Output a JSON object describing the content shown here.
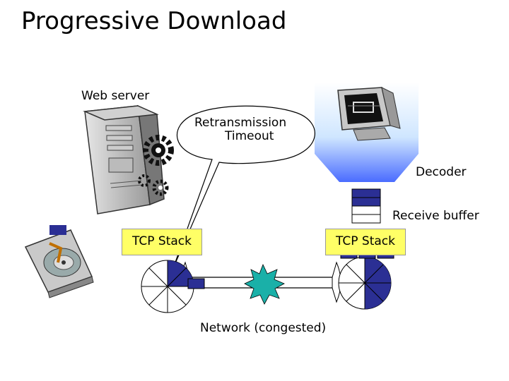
{
  "title": "Progressive Download",
  "labels": {
    "web_server": "Web server",
    "retransmission_line1": "Retransmission",
    "retransmission_line2": "Timeout",
    "decoder": "Decoder",
    "receive_buffer": "Receive buffer",
    "tcp_stack_left": "TCP Stack",
    "tcp_stack_right": "TCP Stack",
    "network": "Network (congested)"
  },
  "colors": {
    "packet": "#2b2f94",
    "stack_fill": "#ffff66",
    "congestion": "#1ab0a8",
    "screen_glow": "#7fb8ff"
  },
  "icons": [
    "server-tower-icon",
    "gear-icon",
    "monitor-icon",
    "hard-drive-icon"
  ]
}
